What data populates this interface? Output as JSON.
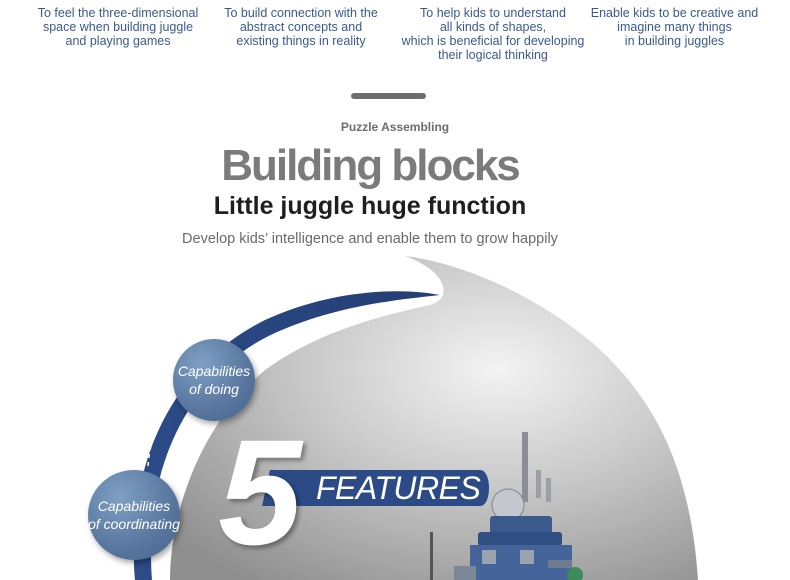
{
  "benefits": [
    {
      "lines": [
        "To feel the three-dimensional",
        "space when building juggle",
        "and playing games"
      ]
    },
    {
      "lines": [
        "To build connection with the",
        "abstract concepts and",
        "existing things in reality"
      ]
    },
    {
      "lines": [
        "To help kids to understand",
        "all kinds of shapes,",
        "which is beneficial for developing",
        "their logical thinking"
      ]
    },
    {
      "lines": [
        "Enable kids to be creative  and",
        "imagine many things",
        "in building juggles"
      ]
    }
  ],
  "hero": {
    "kicker": "Puzzle Assembling",
    "headline": "Building blocks",
    "subhead": "Little juggle  huge function",
    "tagline": "Develop kids’   intelligence and enable them to grow happily"
  },
  "features": {
    "number": "5",
    "label": "FEATURES",
    "capabilities": [
      {
        "lines": [
          "Capabilities",
          "of doing"
        ]
      },
      {
        "lines": [
          "Capabilities",
          "of  coordinating"
        ]
      }
    ]
  },
  "colors": {
    "benefit_text": "#3a5a8c",
    "arc_navy": "#2b4a86",
    "bubble_blue": "#5b7aa1",
    "headline_gray": "#7b7b7b"
  }
}
